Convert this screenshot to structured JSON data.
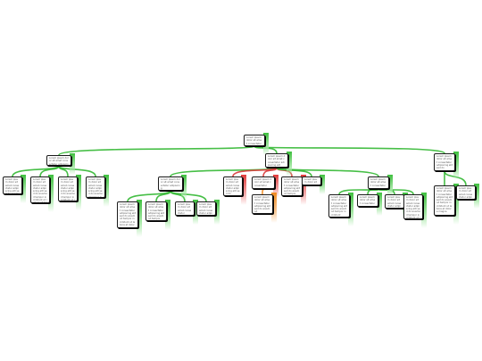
{
  "diagram": {
    "type": "mind-map",
    "colors": {
      "branch_green": "#33b833",
      "branch_red": "#d83a3a",
      "branch_orange": "#f08a1f",
      "node_border": "#1a1a1a",
      "node_text": "#555555"
    },
    "nodes": [
      {
        "id": "root",
        "text": "Lorem ipsum dolor sit amet consectetur adipiscing elit",
        "color": "green"
      },
      {
        "id": "b1",
        "text": "Lorem ipsum dolor sit amet consectetur adipiscing elit",
        "color": "green"
      },
      {
        "id": "b1c1",
        "text": "Lorem ipsum dolor sit amet consectetur adipiscing elit sed do eiusmod tempor incididunt",
        "color": "green"
      },
      {
        "id": "b1c2",
        "text": "Lorem ipsum dolor sit amet consectetur adipiscing elit sed do eiusmod tempor incididunt ut labore et dolore magna aliqua ut enim ad minim",
        "color": "green"
      },
      {
        "id": "b1c3",
        "text": "Lorem ipsum dolor sit amet consectetur adipiscing elit sed do eiusmod tempor incididunt ut labore et dolore magna",
        "color": "green"
      },
      {
        "id": "b1c4",
        "text": "Lorem ipsum dolor sit amet consectetur adipiscing elit sed do eiusmod tempor incididunt ut labore",
        "color": "green"
      },
      {
        "id": "b2",
        "text": "Lorem ipsum dolor sit amet consectetur adipiscing elit",
        "color": "green"
      },
      {
        "id": "b2a",
        "text": "Lorem ipsum dolor sit amet consectetur adipiscing",
        "color": "green"
      },
      {
        "id": "b2a1",
        "text": "Lorem ipsum dolor sit amet consectetur adipiscing elit sed do eiusmod tempor incididunt ut labore et dolore",
        "color": "green"
      },
      {
        "id": "b2a2",
        "text": "Lorem ipsum dolor sit amet consectetur adipiscing elit sed do eiusmod tempor",
        "color": "green"
      },
      {
        "id": "b2a3",
        "text": "Lorem ipsum dolor sit amet consectetur",
        "color": "green"
      },
      {
        "id": "b2a4",
        "text": "Lorem ipsum dolor sit amet consectetur adipiscing",
        "color": "green"
      },
      {
        "id": "b2b",
        "text": "Lorem ipsum dolor sit amet consectetur adipiscing elit sed do",
        "color": "red"
      },
      {
        "id": "b2c",
        "text": "Lorem ipsum dolor sit amet consectetur",
        "color": "red"
      },
      {
        "id": "b2c1",
        "text": "Lorem ipsum dolor sit amet consectetur adipiscing elit sed do eiusmod",
        "color": "orange"
      },
      {
        "id": "b2d",
        "text": "Lorem ipsum dolor sit amet consectetur adipiscing elit sed do eiusmod tempor",
        "color": "red"
      },
      {
        "id": "b2e",
        "text": "Lorem ipsum dolor sit amet",
        "color": "green"
      },
      {
        "id": "b2f",
        "text": "Lorem ipsum dolor sit amet consectetur",
        "color": "green"
      },
      {
        "id": "b2f1",
        "text": "Lorem ipsum dolor sit amet consectetur adipiscing elit sed do eiusmod tempor incididunt",
        "color": "green"
      },
      {
        "id": "b2f2",
        "text": "Lorem ipsum dolor sit amet consectetur",
        "color": "green"
      },
      {
        "id": "b2f3",
        "text": "Lorem ipsum dolor sit amet consectetur adipiscing",
        "color": "green"
      },
      {
        "id": "b2f4",
        "text": "Lorem ipsum dolor sit amet consectetur adipiscing elit sed do eiusmod tempor incididunt ut labore",
        "color": "green"
      },
      {
        "id": "b3",
        "text": "Lorem ipsum dolor sit amet consectetur adipiscing elit sed do",
        "color": "green"
      },
      {
        "id": "b3c1",
        "text": "Lorem ipsum dolor sit amet consectetur adipiscing elit sed do eiusmod tempor incididunt ut labore et dolore magna",
        "color": "green"
      },
      {
        "id": "b3c2",
        "text": "Lorem ipsum dolor sit amet consectetur adipiscing",
        "color": "green"
      }
    ],
    "edges": [
      [
        "root",
        "b1"
      ],
      [
        "root",
        "b2"
      ],
      [
        "root",
        "b3"
      ],
      [
        "b1",
        "b1c1"
      ],
      [
        "b1",
        "b1c2"
      ],
      [
        "b1",
        "b1c3"
      ],
      [
        "b1",
        "b1c4"
      ],
      [
        "b2",
        "b2a"
      ],
      [
        "b2",
        "b2b"
      ],
      [
        "b2",
        "b2c"
      ],
      [
        "b2",
        "b2d"
      ],
      [
        "b2",
        "b2e"
      ],
      [
        "b2",
        "b2f"
      ],
      [
        "b2a",
        "b2a1"
      ],
      [
        "b2a",
        "b2a2"
      ],
      [
        "b2a",
        "b2a3"
      ],
      [
        "b2a",
        "b2a4"
      ],
      [
        "b2c",
        "b2c1"
      ],
      [
        "b2f",
        "b2f1"
      ],
      [
        "b2f",
        "b2f2"
      ],
      [
        "b2f",
        "b2f3"
      ],
      [
        "b2f",
        "b2f4"
      ],
      [
        "b3",
        "b3c1"
      ],
      [
        "b3",
        "b3c2"
      ]
    ]
  }
}
